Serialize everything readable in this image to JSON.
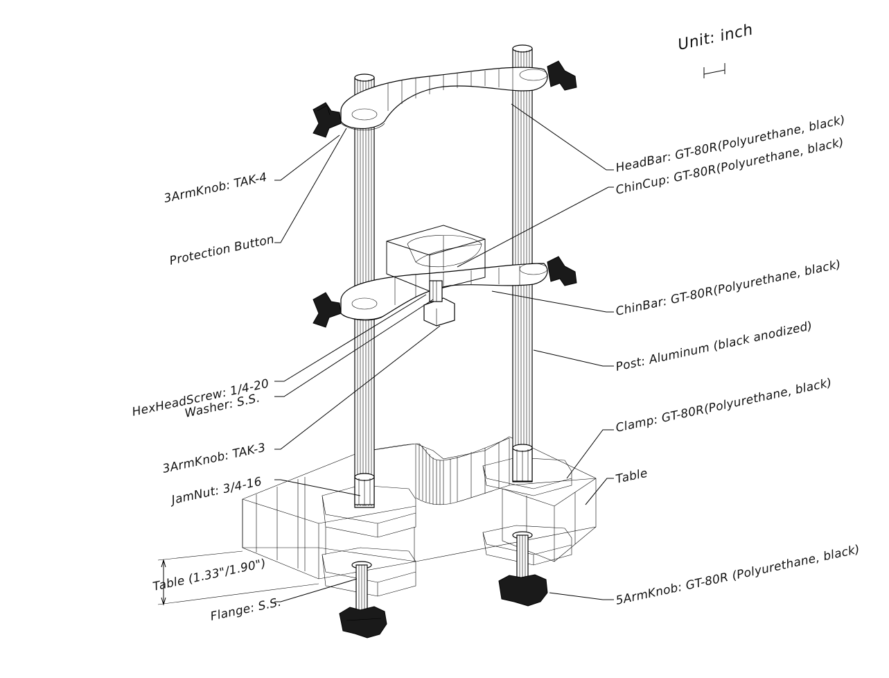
{
  "unit_label": "Unit: inch",
  "labels": {
    "headbar": "HeadBar: GT-80R(Polyurethane, black)",
    "chincup": "ChinCup: GT-80R(Polyurethane, black)",
    "chinbar": "ChinBar: GT-80R(Polyurethane, black)",
    "post": "Post: Aluminum (black anodized)",
    "clamp": "Clamp: GT-80R(Polyurethane, black)",
    "table": "Table",
    "knob5": "5ArmKnob: GT-80R (Polyurethane, black)",
    "knob_tak4": "3ArmKnob: TAK-4",
    "protection": "Protection Button",
    "hexscrew": "HexHeadScrew: 1/4-20",
    "washer": "Washer: S.S.",
    "knob_tak3": "3ArmKnob: TAK-3",
    "jamnut": "JamNut: 3/4-16",
    "table_thickness": "Table (1.33\"/1.90\")",
    "flange": "Flange: S.S."
  }
}
